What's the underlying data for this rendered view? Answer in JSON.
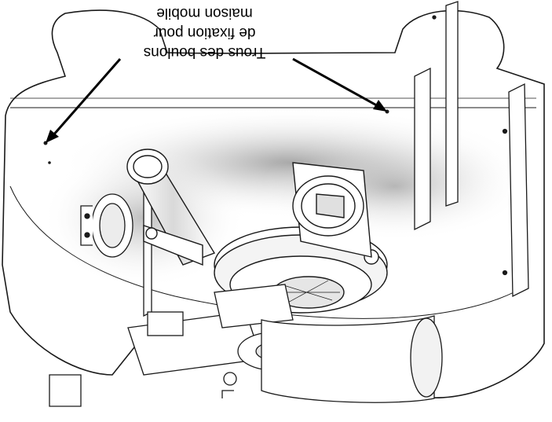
{
  "figure": {
    "orientation": "rotated-180",
    "callout_label": {
      "line1": "Trous des boulons",
      "line2": "de fixation pour",
      "line3": "maison mobile"
    },
    "colors": {
      "line": "#1a1a1a",
      "shade": "#8c8c8c",
      "background": "#ffffff"
    }
  }
}
